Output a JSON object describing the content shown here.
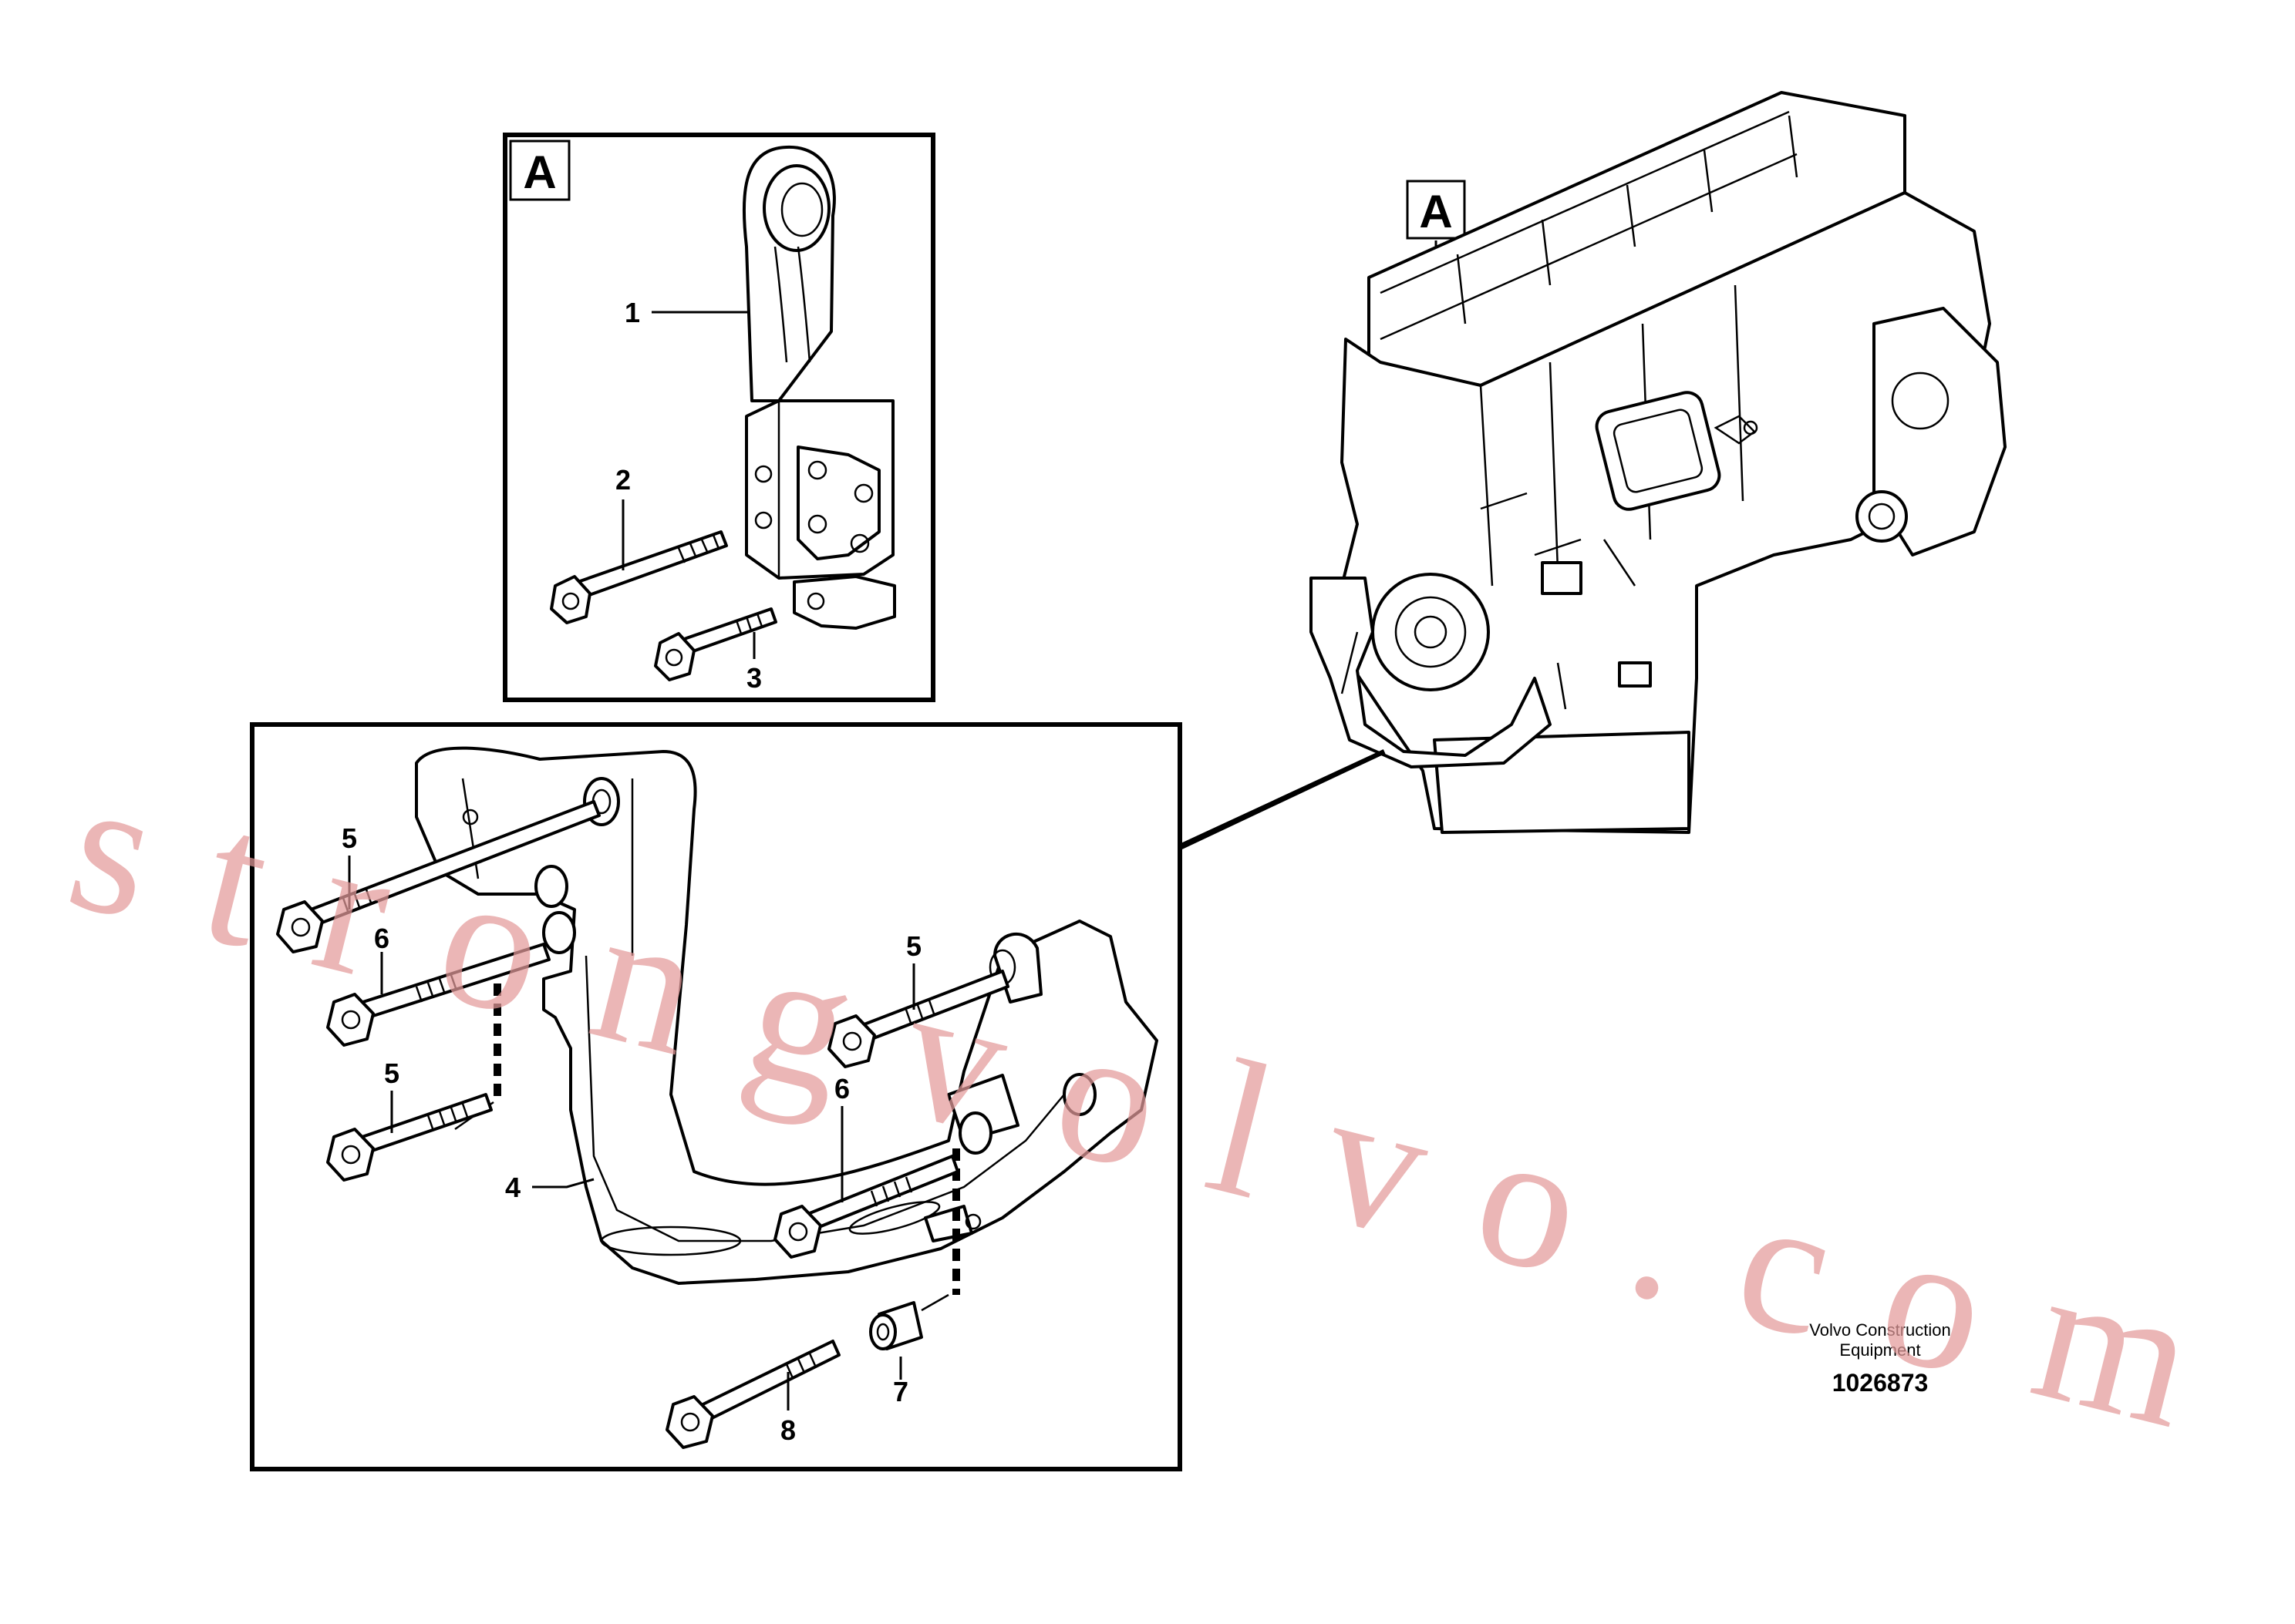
{
  "view_labels": {
    "detail_box": "A",
    "engine_marker": "A"
  },
  "callouts": {
    "c1": "1",
    "c2": "2",
    "c3": "3",
    "c4": "4",
    "c5a": "5",
    "c5b": "5",
    "c5c": "5",
    "c6a": "6",
    "c6b": "6",
    "c7": "7",
    "c8": "8"
  },
  "caption": {
    "line1": "Volvo Construction",
    "line2": "Equipment"
  },
  "doc_number": "1026873",
  "watermark": "strongvolvo.com",
  "colors": {
    "line": "#000000",
    "watermark": "#e39a9a",
    "background": "#ffffff"
  }
}
